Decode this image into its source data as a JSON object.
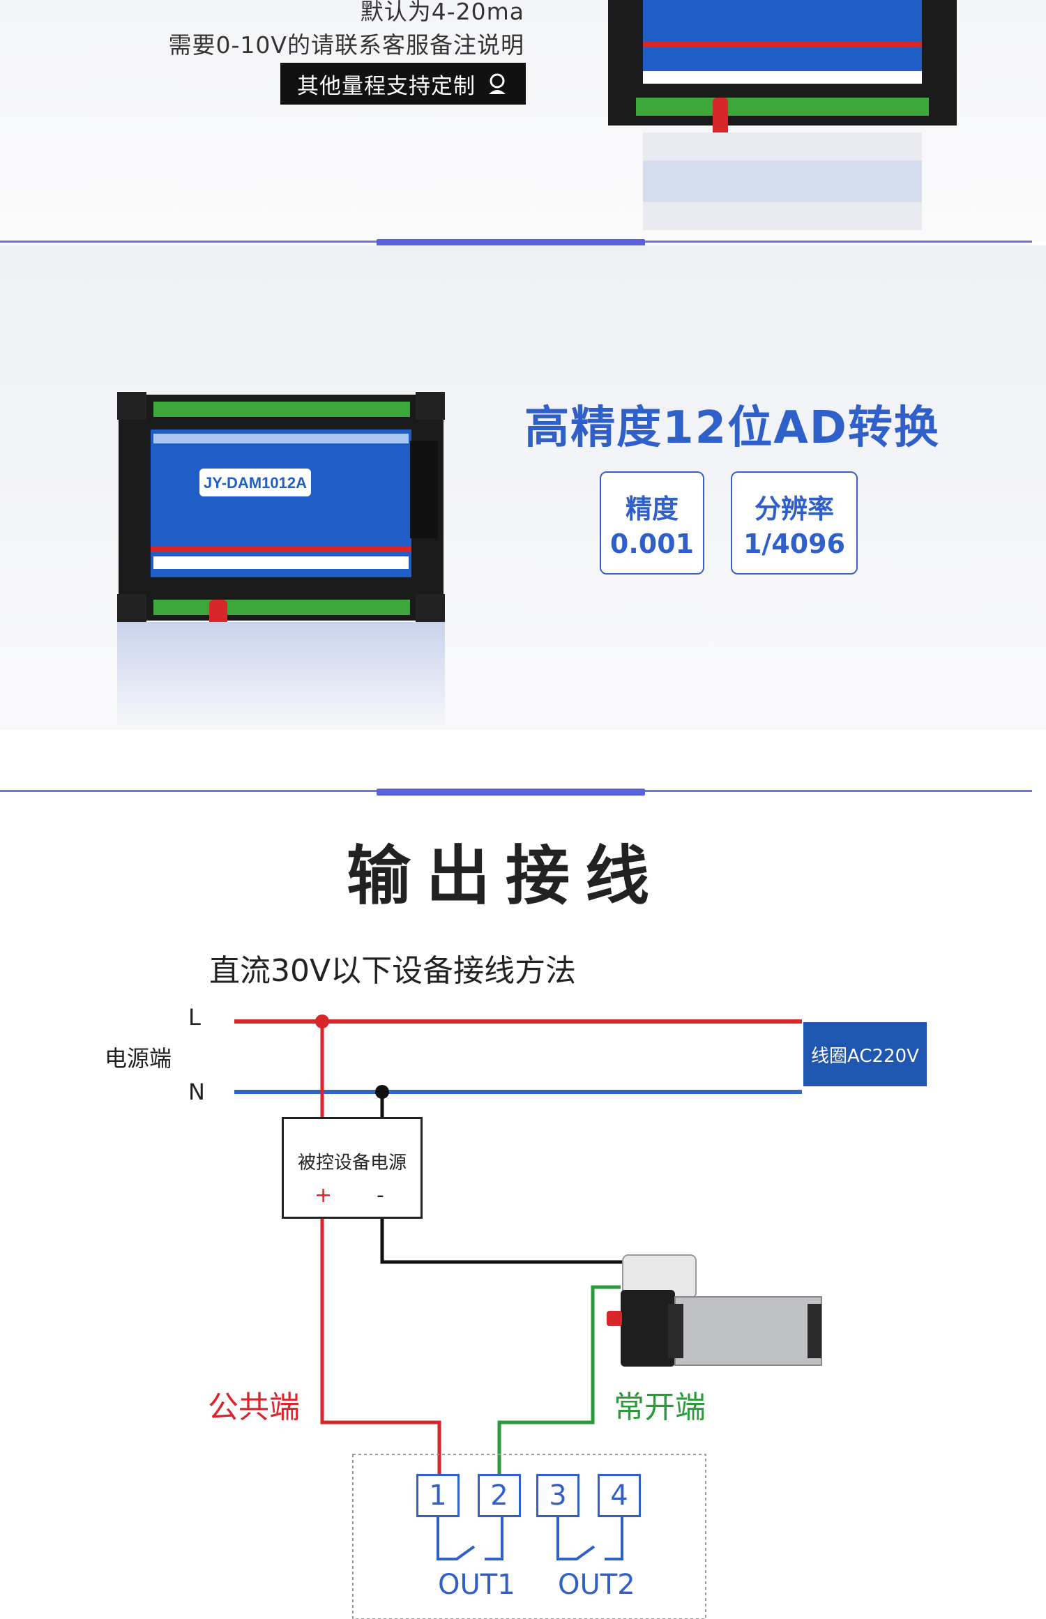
{
  "top_section": {
    "default_text": "默认为4-20ma",
    "contact_text": "需要0-10V的请联系客服备注说明",
    "custom_tag": "其他量程支持定制"
  },
  "device": {
    "model": "JY-DAM1012A"
  },
  "feature": {
    "title": "高精度12位AD转换",
    "specs": [
      {
        "label": "精度",
        "value": "0.001"
      },
      {
        "label": "分辨率",
        "value": "1/4096"
      }
    ]
  },
  "wiring": {
    "title": "输出接线",
    "subtitle": "直流30V以下设备接线方法",
    "power_label": "电源端",
    "line_L": "L",
    "line_N": "N",
    "coil_label": "线圈AC220V",
    "psu_label": "被控设备电源",
    "psu_plus": "+",
    "psu_minus": "-",
    "common_label": "公共端",
    "normally_open_label": "常开端",
    "terminals": [
      "1",
      "2",
      "3",
      "4"
    ],
    "outputs": [
      "OUT1",
      "OUT2"
    ]
  },
  "colors": {
    "accent_blue": "#2f5fc8",
    "divider": "#6b72e6",
    "wire_red": "#d9262b",
    "wire_blue": "#2b68c8",
    "wire_green": "#2a9a3a",
    "coil_box": "#1e56b0"
  }
}
